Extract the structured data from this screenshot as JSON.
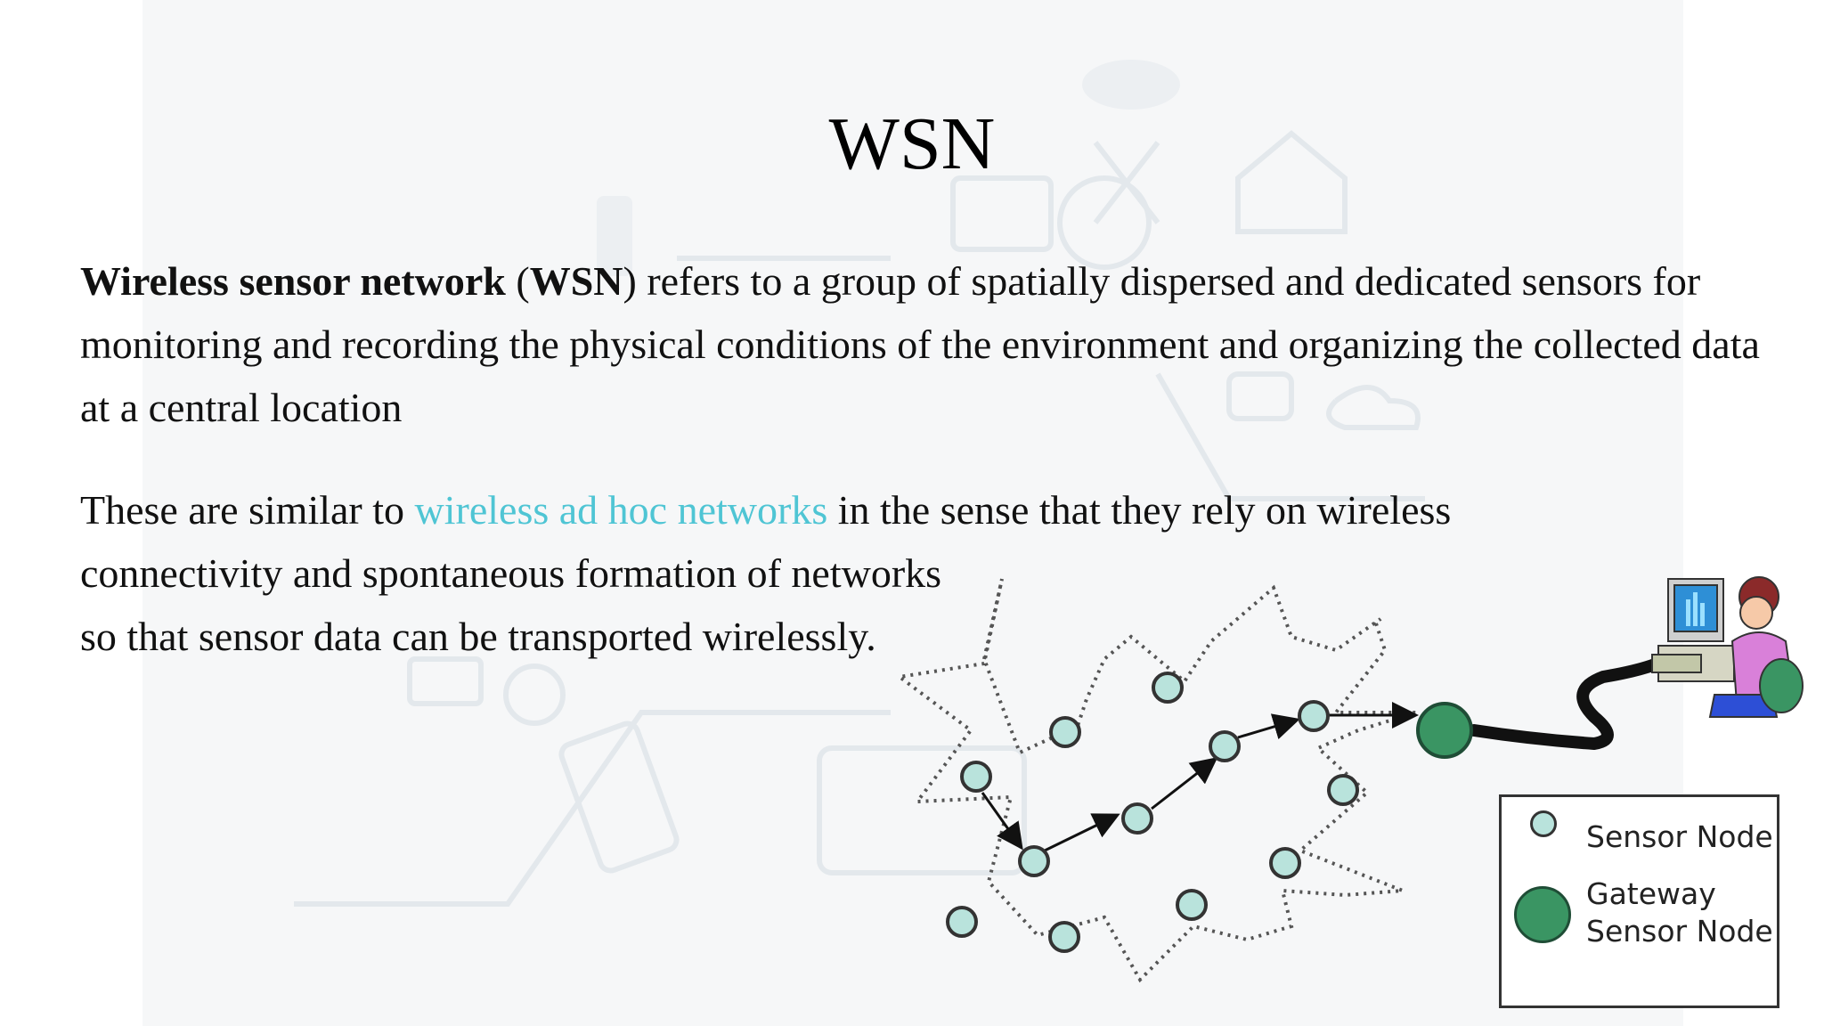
{
  "slide": {
    "title": "WSN",
    "paragraph1": {
      "bold_term": "Wireless sensor network",
      "open_paren": " (",
      "bold_abbr": "WSN",
      "rest": ") refers to a group of spatially dispersed and dedicated sensors for monitoring and recording the physical conditions of the environment and organizing the collected data at a central location"
    },
    "paragraph2": {
      "lead": "These are similar to ",
      "link_text": "wireless ad hoc networks",
      "line1_rest": " in the sense that they rely on wireless",
      "line2": "connectivity and spontaneous formation of networks",
      "line3": "so that sensor data can be transported wirelessly."
    }
  },
  "diagram": {
    "legend": {
      "sensor_label": "Sensor Node",
      "gateway_label": "Gateway Sensor Node"
    },
    "colors": {
      "sensor_fill": "#b9e3dc",
      "gateway_fill": "#3a9563",
      "link_color": "#4fc5d4"
    },
    "icons": [
      "computer-user-icon",
      "cable-icon"
    ]
  }
}
